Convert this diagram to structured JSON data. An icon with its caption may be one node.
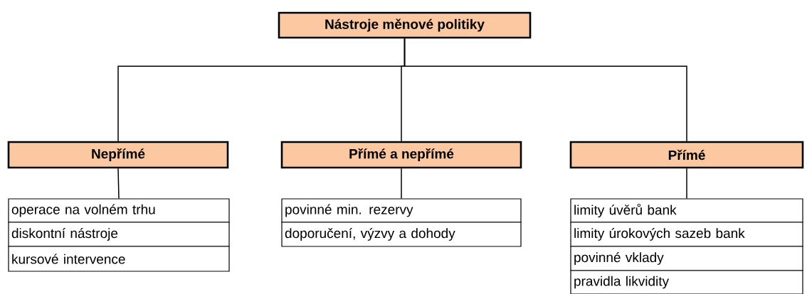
{
  "diagram": {
    "nodes": [
      {
        "text": [
          "Nástroje měnové politiky"
        ]
      },
      {
        "text": [
          "Nepřímé"
        ]
      },
      {
        "text": [
          "Přímé a nepřímé"
        ]
      },
      {
        "text": [
          "Přímé"
        ]
      },
      {
        "text": [
          "operace na volném trhu"
        ]
      },
      {
        "text": [
          "diskontní nástroje"
        ]
      },
      {
        "text": [
          "kursové intervence"
        ]
      },
      {
        "text": [
          "povinné min. rezervy"
        ]
      },
      {
        "text": [
          "doporučení, výzvy a dohody"
        ]
      },
      {
        "text": [
          "limity úvěrů bank"
        ]
      },
      {
        "text": [
          "limity úrokových sazeb bank"
        ]
      },
      {
        "text": [
          "povinné vklady"
        ]
      },
      {
        "text": [
          "pravidla likvidity"
        ]
      }
    ],
    "edges": [
      {
        "from": 0,
        "to": 1,
        "arrow": "none"
      },
      {
        "from": 0,
        "to": 2,
        "arrow": "none"
      },
      {
        "from": 0,
        "to": 3,
        "arrow": "none"
      },
      {
        "from": 1,
        "to": 4,
        "arrow": "none"
      },
      {
        "from": 2,
        "to": 7,
        "arrow": "none"
      },
      {
        "from": 3,
        "to": 9,
        "arrow": "none"
      }
    ]
  }
}
